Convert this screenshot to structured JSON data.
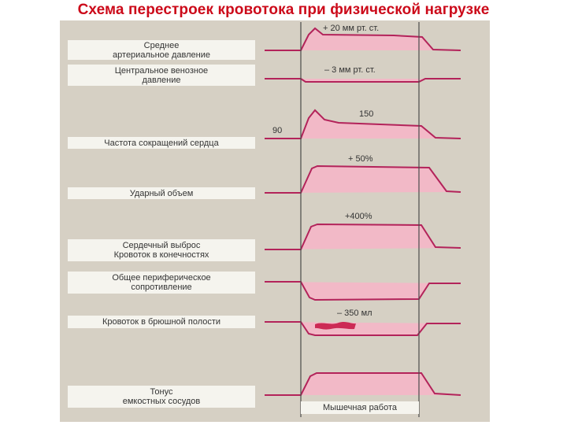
{
  "title": "Схема перестроек кровотока при физической нагрузке",
  "colors": {
    "title": "#cc0a1a",
    "curve": "#b3235a",
    "fill": "#f2b9c7",
    "panel": "#d6d0c4",
    "label_bg": "#f5f4ee"
  },
  "rows": [
    {
      "label_lines": [
        "Среднее",
        "артериальное давление"
      ],
      "annotation": "+ 20 мм рт. ст.",
      "left_value": "",
      "direction": "up"
    },
    {
      "label_lines": [
        "Центральное венозное",
        "давление"
      ],
      "annotation": "– 3 мм рт. ст.",
      "left_value": "",
      "direction": "down"
    },
    {
      "label_lines": [
        "Частота сокращений сердца"
      ],
      "annotation": "150",
      "left_value": "90",
      "direction": "up"
    },
    {
      "label_lines": [
        "Ударный объем"
      ],
      "annotation": "+ 50%",
      "left_value": "",
      "direction": "up"
    },
    {
      "label_lines": [
        "Сердечный выброс",
        "Кровоток в конечностях"
      ],
      "annotation": "+400%",
      "left_value": "",
      "direction": "up"
    },
    {
      "label_lines": [
        "Общее периферическое",
        "сопротивление"
      ],
      "annotation": "",
      "left_value": "",
      "direction": "down"
    },
    {
      "label_lines": [
        "Кровоток в брюшной полости"
      ],
      "annotation": "– 350 мл",
      "left_value": "",
      "direction": "down"
    },
    {
      "label_lines": [
        "Тонус",
        "емкостных сосудов"
      ],
      "annotation": "",
      "left_value": "",
      "direction": "up"
    }
  ],
  "work_label": "Мышечная работа"
}
